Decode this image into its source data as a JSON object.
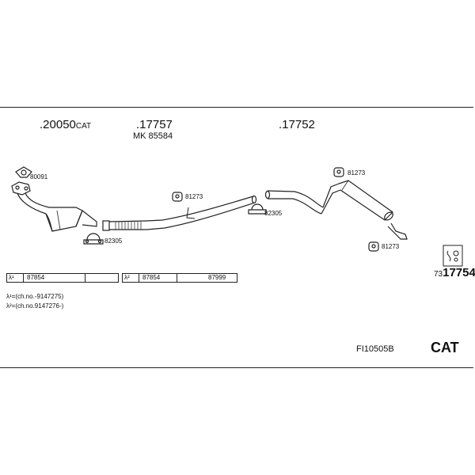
{
  "parts": {
    "p1_main": ".20050",
    "p1_suffix": "CAT",
    "p2_main": ".17757",
    "p2_kit": "MK 85584",
    "p3_main": ".17752",
    "p4_main": "17754",
    "p4_prefix": "73"
  },
  "callouts": {
    "c80091": "80091",
    "c82305a": "82305",
    "c81273a": "81273",
    "c82305b": "82305",
    "c81273b": "81273",
    "c81273c": "81273"
  },
  "ref_rows": {
    "row1_label": "λ¹",
    "row1_part": "87854",
    "row2_label": "λ²",
    "row2_part1": "87854",
    "row2_part2": "87999"
  },
  "notes": {
    "lambda1": "λ¹=(ch.no.-9147275)",
    "lambda2": "λ²=(ch.no.9147276-)"
  },
  "footer": {
    "code": "FI10505B",
    "badge": "CAT"
  }
}
